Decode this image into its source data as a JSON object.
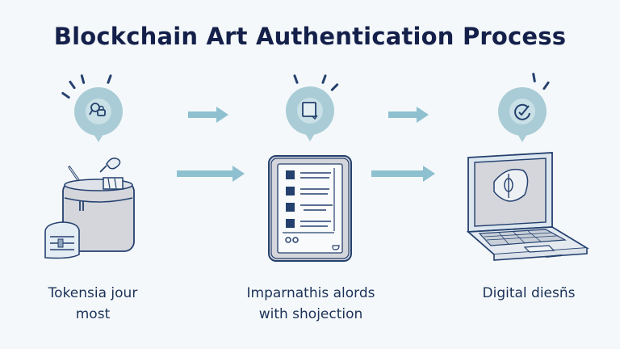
{
  "title": "Blockchain Art Authentication Process",
  "steps": [
    {
      "label_line1": "Tokensia jour",
      "label_line2": "most",
      "bubble_icon": "search-lock-icon",
      "illustration": "art-supply-bag-illustration"
    },
    {
      "label_line1": "Imparnathis alords",
      "label_line2": "with shojection",
      "bubble_icon": "document-edit-icon",
      "illustration": "tablet-checklist-illustration"
    },
    {
      "label_line1": "Digital diesñs",
      "label_line2": "",
      "bubble_icon": "check-signature-icon",
      "illustration": "laptop-signature-illustration"
    }
  ],
  "colors": {
    "title": "#14204a",
    "line": "#24406e",
    "bubble": "#a9ccd6",
    "arrow": "#8ec0cf",
    "fill_gray": "#d4d6dc",
    "background": "#f4f8fa"
  }
}
